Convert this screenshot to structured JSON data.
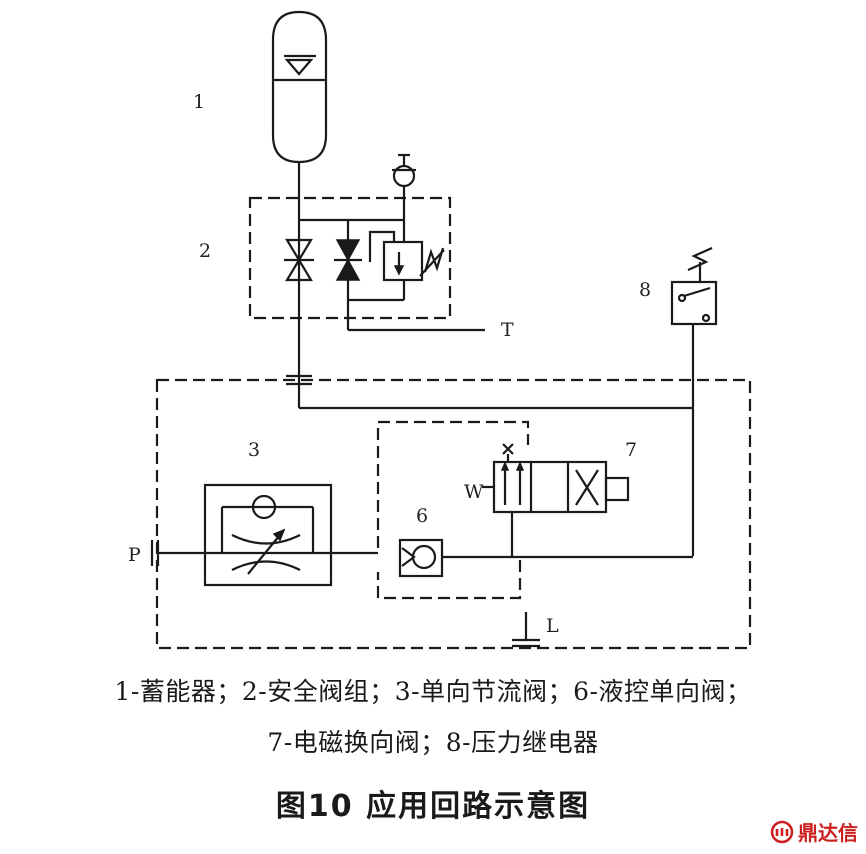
{
  "diagram": {
    "component_numbers": {
      "accumulator": "1",
      "safety_valve_group": "2",
      "check_throttle_valve": "3",
      "pilot_check_valve": "6",
      "solenoid_directional_valve": "7",
      "pressure_relay": "8"
    },
    "ports": {
      "tank": "T",
      "pressure": "P",
      "leak": "L"
    },
    "spring_symbol": "W"
  },
  "legend": {
    "line1": "1-蓄能器；2-安全阀组；3-单向节流阀；6-液控单向阀；",
    "line2": "7-电磁换向阀；8-压力继电器"
  },
  "figure": {
    "title": "图10  应用回路示意图"
  },
  "watermark": {
    "text": "鼎达信",
    "color": "#cc1f1f"
  }
}
